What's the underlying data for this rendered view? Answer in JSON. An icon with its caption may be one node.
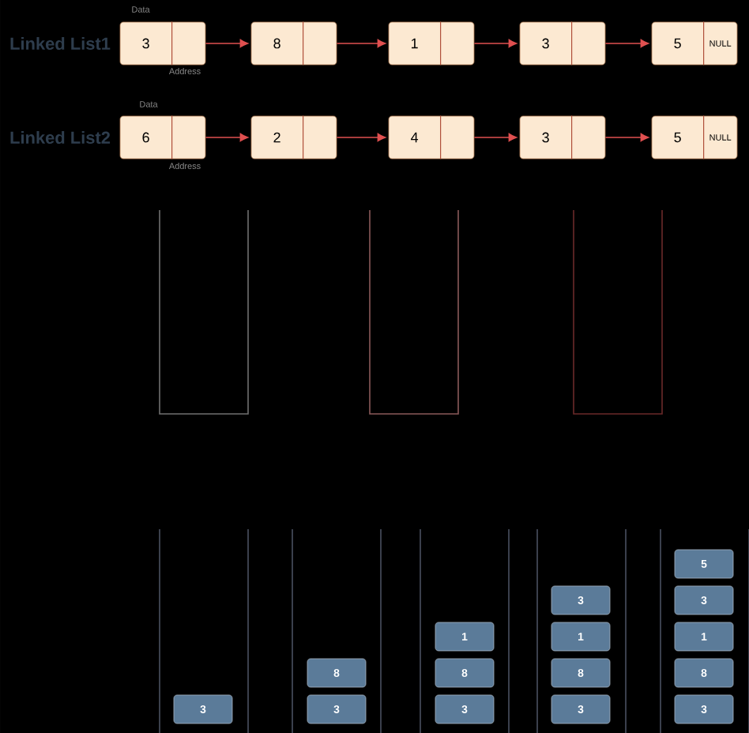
{
  "diagram": {
    "nodes": [
      {
        "text": [
          "3"
        ]
      },
      {
        "text": [
          "8"
        ]
      },
      {
        "text": [
          "1"
        ]
      },
      {
        "text": [
          "3"
        ]
      },
      {
        "text": [
          "5",
          "NULL"
        ]
      },
      {
        "text": [
          "6"
        ]
      },
      {
        "text": [
          "2"
        ]
      },
      {
        "text": [
          "4"
        ]
      },
      {
        "text": [
          "3"
        ]
      },
      {
        "text": [
          "5",
          "NULL"
        ]
      },
      {
        "text": [
          "3"
        ]
      },
      {
        "text": [
          "8"
        ]
      },
      {
        "text": [
          "3"
        ]
      },
      {
        "text": [
          "1"
        ]
      },
      {
        "text": [
          "8"
        ]
      },
      {
        "text": [
          "3"
        ]
      },
      {
        "text": [
          "3"
        ]
      },
      {
        "text": [
          "1"
        ]
      },
      {
        "text": [
          "8"
        ]
      },
      {
        "text": [
          "3"
        ]
      },
      {
        "text": [
          "5"
        ]
      },
      {
        "text": [
          "3"
        ]
      },
      {
        "text": [
          "1"
        ]
      },
      {
        "text": [
          "8"
        ]
      },
      {
        "text": [
          "3"
        ]
      }
    ],
    "edges": [
      {
        "from": 0,
        "to": 1,
        "arrow": "to"
      },
      {
        "from": 1,
        "to": 2,
        "arrow": "to"
      },
      {
        "from": 2,
        "to": 3,
        "arrow": "to"
      },
      {
        "from": 3,
        "to": 4,
        "arrow": "to"
      },
      {
        "from": 5,
        "to": 6,
        "arrow": "to"
      },
      {
        "from": 6,
        "to": 7,
        "arrow": "to"
      },
      {
        "from": 7,
        "to": 8,
        "arrow": "to"
      },
      {
        "from": 8,
        "to": 9,
        "arrow": "to"
      }
    ],
    "labels": [
      "Data",
      "Linked List1",
      "Address",
      "Data",
      "Linked List2",
      "Address"
    ]
  }
}
